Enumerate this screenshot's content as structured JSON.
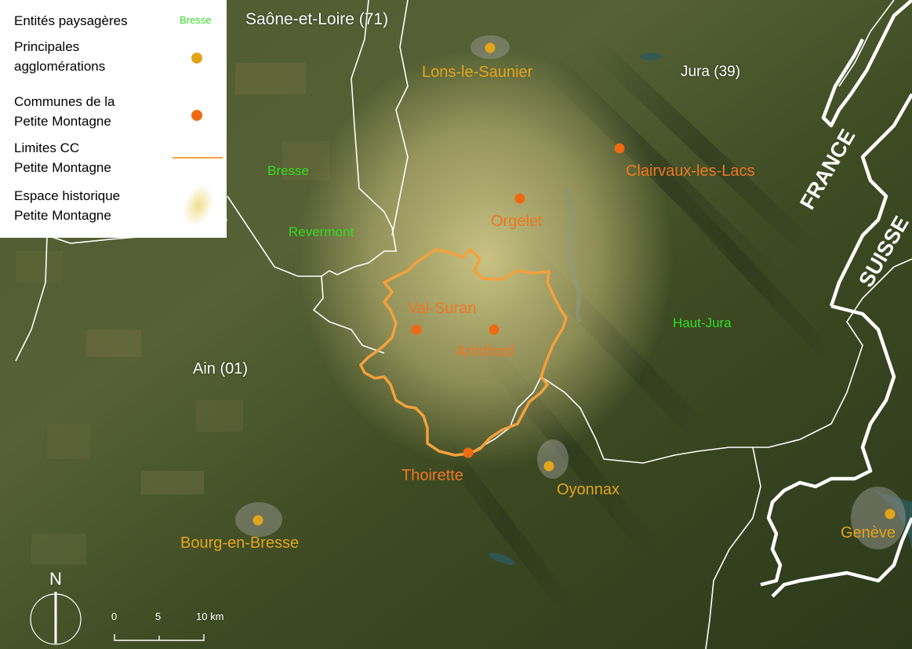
{
  "colors": {
    "border_line": "#ffffff",
    "cc_limit": "#f5a13c",
    "commune_dot": "#ee6a12",
    "agglomeration_dot": "#e2a51a",
    "landscape_entity": "#33dd22",
    "historic_space": "#f3e6a0"
  },
  "legend": {
    "title": "Entités paysagères",
    "title_sample": "Bresse",
    "agglomerations": "Principales\nagglomérations",
    "communes": "Communes de la\nPetite Montagne",
    "limits": "Limites CC\nPetite Montagne",
    "historic": "Espace historique\nPetite Montagne"
  },
  "departments": {
    "saone_et_loire": "Saône-et-Loire (71)",
    "jura": "Jura (39)",
    "ain": "Ain (01)"
  },
  "countries": {
    "france": "FRANCE",
    "suisse": "SUISSE"
  },
  "landscape_entities": {
    "bresse": "Bresse",
    "revermont": "Revermont",
    "haut_jura": "Haut-Jura"
  },
  "agglomerations": {
    "lons": "Lons-le-Saunier",
    "bourg": "Bourg-en-Bresse",
    "oyonnax": "Oyonnax",
    "geneve": "Genève"
  },
  "communes": {
    "clairvaux": "Clairvaux-les-Lacs",
    "orgelet": "Orgelet",
    "val_suran": "Val-Suran",
    "arinthod": "Arinthod",
    "thoirette": "Thoirette"
  },
  "north_arrow": "N",
  "scale": {
    "t0": "0",
    "t5": "5",
    "t10": "10 km"
  }
}
